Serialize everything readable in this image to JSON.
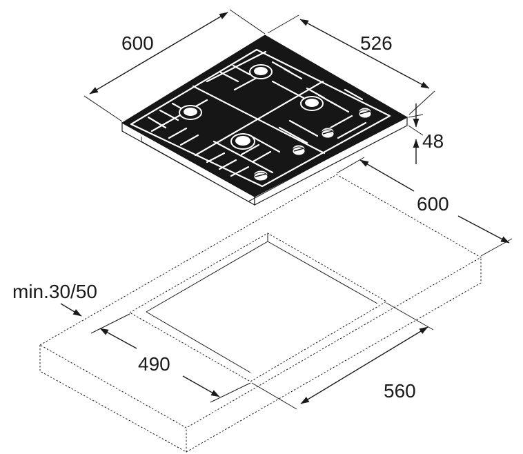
{
  "dimensions": {
    "hob_width": "600",
    "hob_depth": "526",
    "hob_height": "48",
    "counter_depth": "600",
    "min_clearance": "min.30/50",
    "cutout_depth": "490",
    "cutout_width": "560"
  },
  "colors": {
    "line": "#1a1a1a",
    "glass": "#161616",
    "background": "#ffffff"
  }
}
